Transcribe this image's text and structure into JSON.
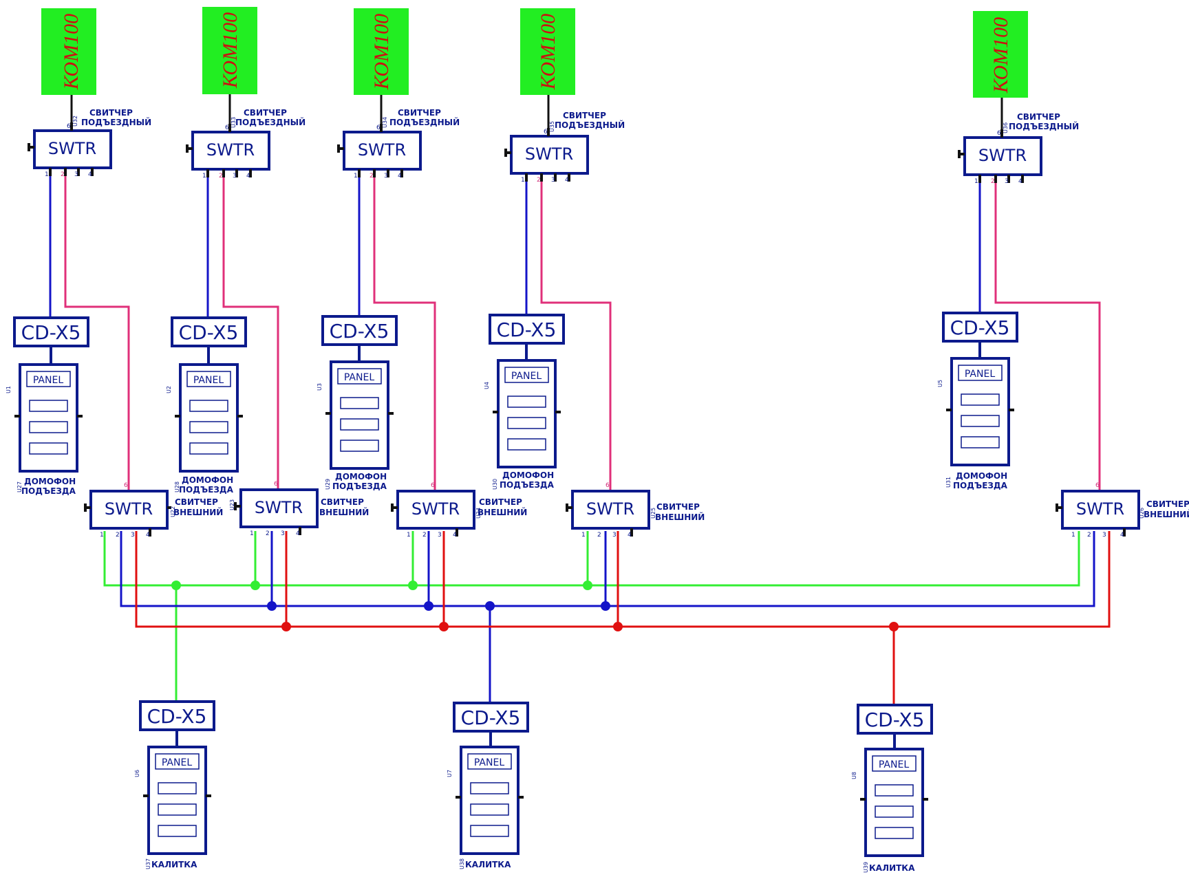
{
  "colors": {
    "monitor_fill": "#22ee22",
    "monitor_text": "#cc1111",
    "device_outline": "#0c1a8c",
    "bus_green": "#33ee33",
    "bus_blue": "#1414c8",
    "bus_red": "#e01010",
    "link_pink": "#e0307a",
    "link_blue": "#1414c8"
  },
  "icons": {
    "monitor": "green-rectangle",
    "switch": "rectangle-box",
    "panel": "rectangle-with-three-slots",
    "junction": "filled-circle"
  },
  "monitors": [
    {
      "label": "КОМ100"
    },
    {
      "label": "КОМ100"
    },
    {
      "label": "КОМ100"
    },
    {
      "label": "КОМ100"
    },
    {
      "label": "КОМ100"
    }
  ],
  "entrance_switches": [
    {
      "title": "SWTR",
      "caption1": "СВИТЧЕР",
      "caption2": "ПОДЪЕЗДНЫЙ",
      "ref": "U32"
    },
    {
      "title": "SWTR",
      "caption1": "СВИТЧЕР",
      "caption2": "ПОДЪЕЗДНЫЙ",
      "ref": "U33"
    },
    {
      "title": "SWTR",
      "caption1": "СВИТЧЕР",
      "caption2": "ПОДЪЕЗДНЫЙ",
      "ref": "U34"
    },
    {
      "title": "SWTR",
      "caption1": "СВИТЧЕР",
      "caption2": "ПОДЪЕЗДНЫЙ",
      "ref": "U35"
    },
    {
      "title": "SWTR",
      "caption1": "СВИТЧЕР",
      "caption2": "ПОДЪЕЗДНЫЙ",
      "ref": "U36"
    }
  ],
  "entrance_intercoms": [
    {
      "module": "CD-X5",
      "panel": "PANEL",
      "ref": "U1",
      "caption1": "ДОМОФОН",
      "caption2": "ПОДЪЕЗДА",
      "ref2": "U27"
    },
    {
      "module": "CD-X5",
      "panel": "PANEL",
      "ref": "U2",
      "caption1": "ДОМОФОН",
      "caption2": "ПОДЪЕЗДА",
      "ref2": "U28"
    },
    {
      "module": "CD-X5",
      "panel": "PANEL",
      "ref": "U3",
      "caption1": "ДОМОФОН",
      "caption2": "ПОДЪЕЗДА",
      "ref2": "U29"
    },
    {
      "module": "CD-X5",
      "panel": "PANEL",
      "ref": "U4",
      "caption1": "ДОМОФОН",
      "caption2": "ПОДЪЕЗДА",
      "ref2": "U30"
    },
    {
      "module": "CD-X5",
      "panel": "PANEL",
      "ref": "U5",
      "caption1": "ДОМОФОН",
      "caption2": "ПОДЪЕЗДА",
      "ref2": "U31"
    }
  ],
  "external_switches": [
    {
      "title": "SWTR",
      "caption1": "СВИТЧЕР",
      "caption2": "ВНЕШНИЙ",
      "ref": "U22"
    },
    {
      "title": "SWTR",
      "caption1": "СВИТЧЕР",
      "caption2": "ВНЕШНИЙ",
      "ref": "U23"
    },
    {
      "title": "SWTR",
      "caption1": "СВИТЧЕР",
      "caption2": "ВНЕШНИЙ",
      "ref": "U24"
    },
    {
      "title": "SWTR",
      "caption1": "СВИТЧЕР",
      "caption2": "ВНЕШНИЙ",
      "ref": "U25"
    },
    {
      "title": "SWTR",
      "caption1": "СВИТЧЕР",
      "caption2": "ВНЕШНИЙ",
      "ref": "U26"
    }
  ],
  "gate_intercoms": [
    {
      "module": "CD-X5",
      "panel": "PANEL",
      "ref": "U6",
      "caption": "КАЛИТКА",
      "ref2": "U37"
    },
    {
      "module": "CD-X5",
      "panel": "PANEL",
      "ref": "U7",
      "caption": "КАЛИТКА",
      "ref2": "U38"
    },
    {
      "module": "CD-X5",
      "panel": "PANEL",
      "ref": "U8",
      "caption": "КАЛИТКА",
      "ref2": "U39"
    }
  ],
  "pins": {
    "p1": "1",
    "p2": "2",
    "p3": "3",
    "p4": "4",
    "p6": "6"
  }
}
